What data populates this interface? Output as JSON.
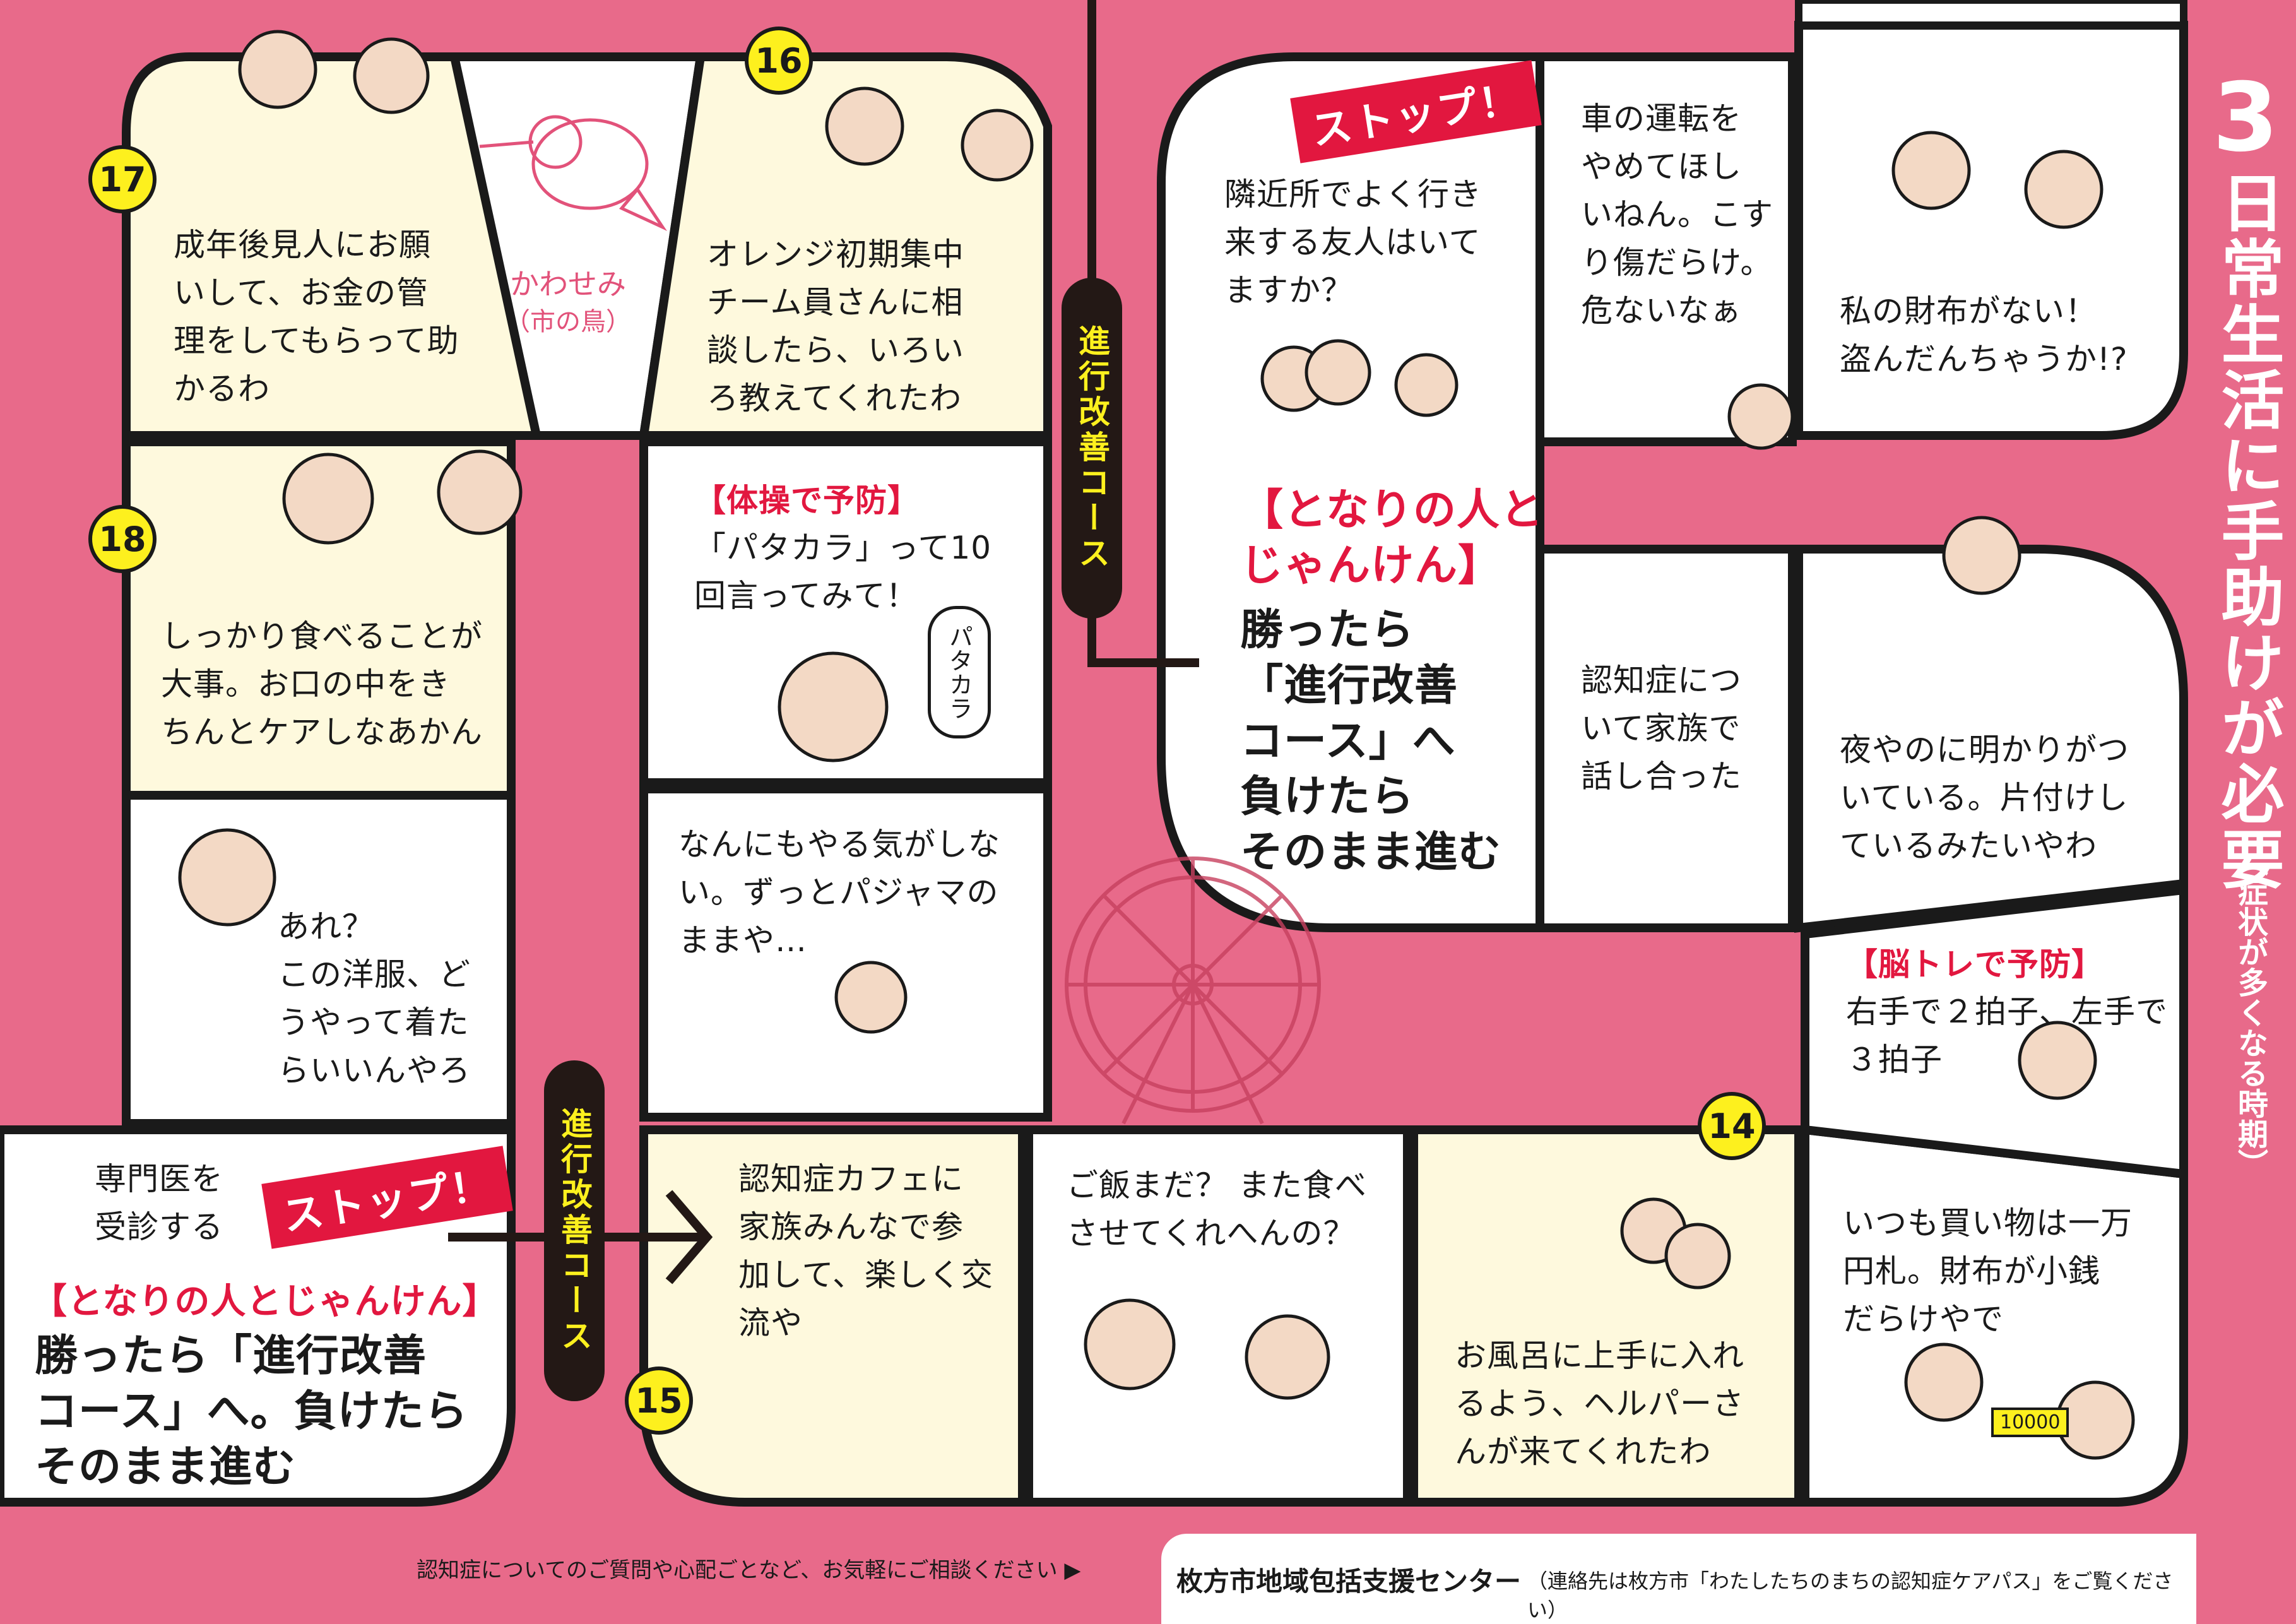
{
  "sidebar": {
    "number": "3",
    "title": "日常生活に手助けが必要",
    "subtitle": "（症状が多くなる時期）"
  },
  "colors": {
    "background": "#e86a8a",
    "cell_cream": "#fef9dd",
    "cell_white": "#ffffff",
    "accent_red": "#e2173f",
    "badge_yellow": "#fdf01e",
    "course_dark": "#231815",
    "line_dark": "#1a1a1a"
  },
  "cells": {
    "c17": {
      "badge": "17",
      "text": "成年後見人にお願\nいして、お金の管\n理をしてもらって助\nかるわ"
    },
    "bird": {
      "name": "かわせみ",
      "note": "（市の鳥）"
    },
    "c16": {
      "badge": "16",
      "text": "オレンジ初期集中\nチーム員さんに相\n談したら、いろい\nろ教えてくれたわ"
    },
    "c18": {
      "badge": "18",
      "text": "しっかり食べることが\n大事。お口の中をき\nちんとケアしなあかん"
    },
    "exercise": {
      "heading": "【体操で予防】",
      "text": "「パタカラ」って10\n回言ってみて！",
      "bubble": "パタカラ"
    },
    "clothes": {
      "text": "あれ？\nこの洋服、ど\nうやって着た\nらいいんやろ"
    },
    "pajama": {
      "text": "なんにもやる気がしな\nい。ずっとパジャマの\nままや…"
    },
    "stop_left": {
      "pre": "専門医を\n受診する",
      "stop": "ストップ！",
      "heading": "【となりの人とじゃんけん】",
      "text": "勝ったら「進行改善\nコース」へ。負けたら\nそのまま進む"
    },
    "c15": {
      "badge": "15",
      "text": "認知症カフェに\n家族みんなで参\n加して、楽しく交\n流や"
    },
    "meal": {
      "text": "ご飯まだ？ また食べ\nさせてくれへんの？"
    },
    "c14": {
      "badge": "14",
      "text": "お風呂に上手に入れ\nるよう、ヘルパーさ\nんが来てくれたわ"
    },
    "shopping": {
      "text": "いつも買い物は一万\n円札。財布が小銭\nだらけやで",
      "bill": "10000"
    },
    "stop_center": {
      "stop": "ストップ！",
      "question": "隣近所でよく行き\n来する友人はいて\nますか？",
      "heading": "【となりの人と\nじゃんけん】",
      "text": "勝ったら\n「進行改善\nコース」へ\n負けたら\nそのまま進む"
    },
    "driving": {
      "text": "車の運転を\nやめてほし\nいねん。こす\nり傷だらけ。\n危ないなぁ"
    },
    "wallet": {
      "text": "私の財布がない！\n盗んだんちゃうか!?"
    },
    "family": {
      "text": "認知症につ\nいて家族で\n話し合った"
    },
    "night": {
      "text": "夜やのに明かりがつ\nいている。片付けし\nているみたいやわ"
    },
    "brain": {
      "heading": "【脳トレで予防】",
      "text": "右手で２拍子、左手で\n３拍子"
    }
  },
  "course_label": "進行改善コース",
  "footer": {
    "message": "認知症についてのご質問や心配ごとなど、お気軽にご相談ください ▶",
    "center": "枚方市地域包括支援センター",
    "note": "（連絡先は枚方市「わたしたちのまちの認知症ケアパス」をご覧ください）"
  }
}
